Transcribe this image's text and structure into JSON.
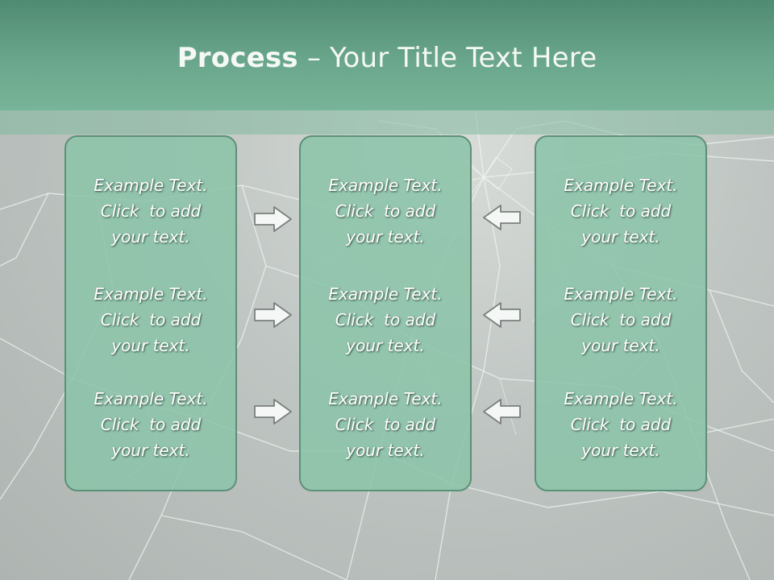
{
  "slide": {
    "title_bold": "Process",
    "title_rest": " – Your Title Text Here"
  },
  "columns": [
    {
      "items": [
        {
          "line1": "Example Text.",
          "line2": "Click  to add",
          "line3": "your text."
        },
        {
          "line1": "Example Text.",
          "line2": "Click  to add",
          "line3": "your text."
        },
        {
          "line1": "Example Text.",
          "line2": "Click  to add",
          "line3": "your text."
        }
      ]
    },
    {
      "items": [
        {
          "line1": "Example Text.",
          "line2": "Click  to add",
          "line3": "your text."
        },
        {
          "line1": "Example Text.",
          "line2": "Click  to add",
          "line3": "your text."
        },
        {
          "line1": "Example Text.",
          "line2": "Click  to add",
          "line3": "your text."
        }
      ]
    },
    {
      "items": [
        {
          "line1": "Example Text.",
          "line2": "Click  to add",
          "line3": "your text."
        },
        {
          "line1": "Example Text.",
          "line2": "Click  to add",
          "line3": "your text."
        },
        {
          "line1": "Example Text.",
          "line2": "Click  to add",
          "line3": "your text."
        }
      ]
    }
  ],
  "icons": {
    "right_arrow": "arrow-right-icon",
    "left_arrow": "arrow-left-icon"
  },
  "colors": {
    "header": "#6aa68b",
    "box_fill": "#8cc4aa",
    "box_border": "#5e8f79",
    "text": "#ffffff",
    "background": "#bfc5c2"
  }
}
